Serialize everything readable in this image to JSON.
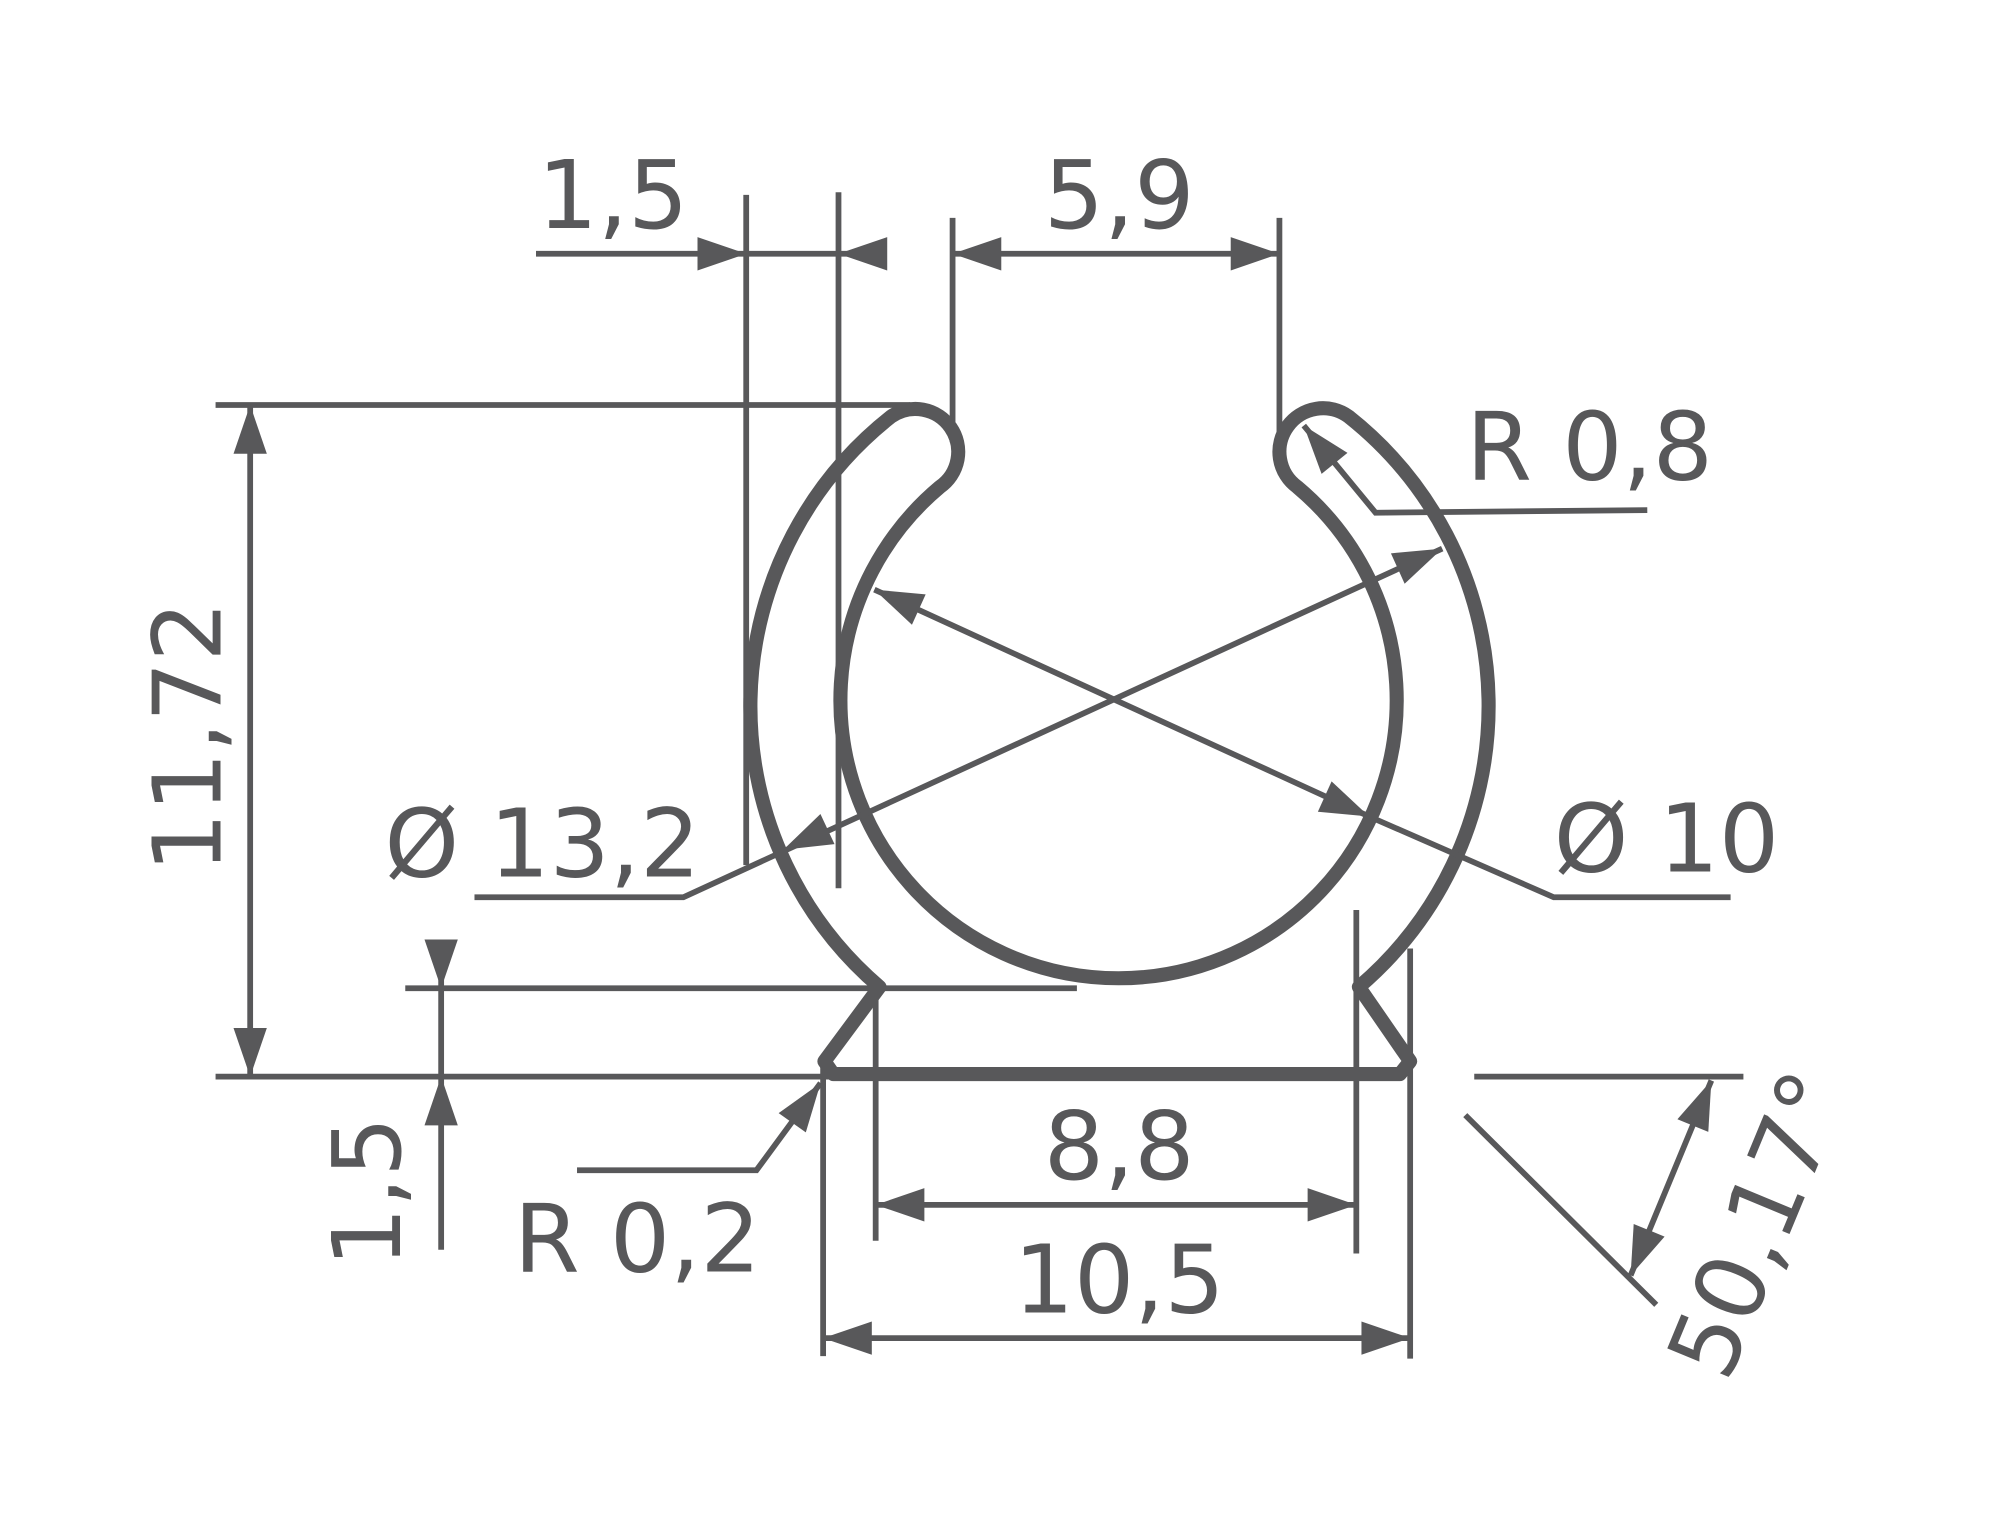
{
  "drawing": {
    "color": "#58585a",
    "dimensions": {
      "top_width_left": "1,5",
      "opening_width": "5,9",
      "total_height": "11,72",
      "bottom_thickness": "1,5",
      "bottom_radius": "R 0,2",
      "outer_diameter": "Ø 13,2",
      "inner_diameter": "Ø 10",
      "hook_radius": "R 0,8",
      "inner_base_width": "8,8",
      "outer_base_width": "10,5",
      "base_angle": "50,17°"
    }
  }
}
